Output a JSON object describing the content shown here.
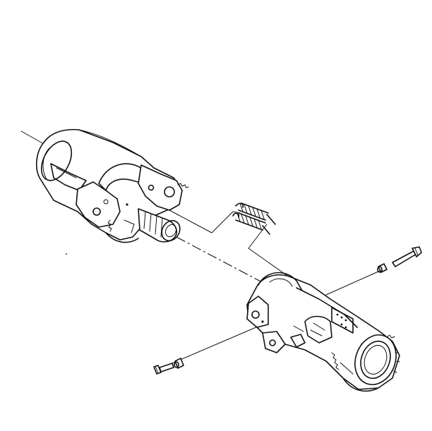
{
  "diagram": {
    "kind": "exploded-assembly-line-drawing",
    "parts": [
      {
        "id": "upper-column-housing",
        "icon": "steering-column-housing"
      },
      {
        "id": "tilt-springs",
        "icon": "coil-spring-pair"
      },
      {
        "id": "lower-tilt-housing",
        "icon": "tilt-housing-bracket"
      },
      {
        "id": "pivot-pin-right",
        "icon": "pivot-pin"
      },
      {
        "id": "pivot-bushing-right",
        "icon": "bushing"
      },
      {
        "id": "pivot-pin-left",
        "icon": "pivot-pin"
      },
      {
        "id": "pivot-bushing-left",
        "icon": "bushing"
      }
    ],
    "colors": {
      "ink": "#111111",
      "paper": "#ffffff"
    }
  }
}
